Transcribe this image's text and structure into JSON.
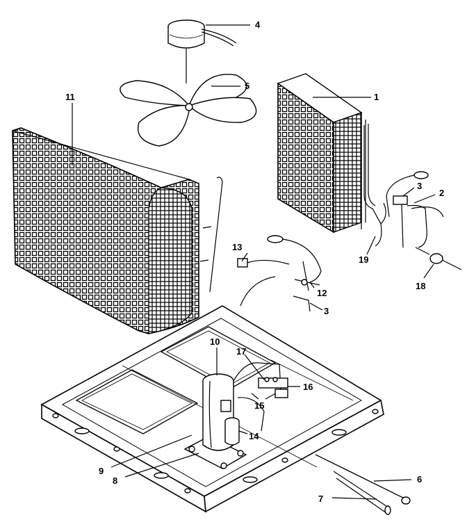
{
  "callouts": [
    {
      "id": "c1",
      "text": "1"
    },
    {
      "id": "c2",
      "text": "2"
    },
    {
      "id": "c3a",
      "text": "3"
    },
    {
      "id": "c3b",
      "text": "3"
    },
    {
      "id": "c4",
      "text": "4"
    },
    {
      "id": "c5",
      "text": "5"
    },
    {
      "id": "c6",
      "text": "6"
    },
    {
      "id": "c7",
      "text": "7"
    },
    {
      "id": "c8",
      "text": "8"
    },
    {
      "id": "c9",
      "text": "9"
    },
    {
      "id": "c10",
      "text": "10"
    },
    {
      "id": "c11",
      "text": "11"
    },
    {
      "id": "c12",
      "text": "12"
    },
    {
      "id": "c13",
      "text": "13"
    },
    {
      "id": "c14",
      "text": "14"
    },
    {
      "id": "c15",
      "text": "15"
    },
    {
      "id": "c16",
      "text": "16"
    },
    {
      "id": "c17",
      "text": "17"
    },
    {
      "id": "c18",
      "text": "18"
    },
    {
      "id": "c19",
      "text": "19"
    }
  ]
}
